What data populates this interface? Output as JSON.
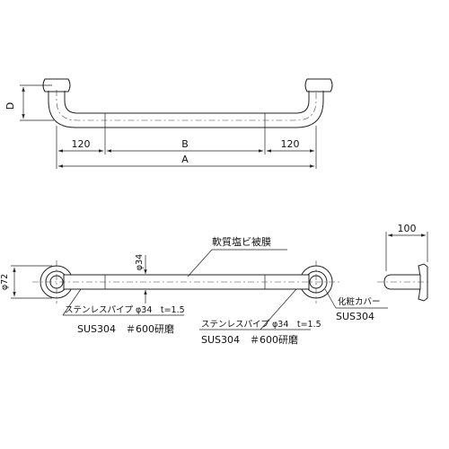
{
  "dimensions": {
    "d": "D",
    "end_left": "120",
    "middle": "B",
    "end_right": "120",
    "total": "A",
    "pipe_dia": "φ34",
    "flange_dia": "φ72",
    "projection": "100"
  },
  "labels": {
    "coating": "軟質塩ビ被膜",
    "pipe_left": "ステンレスパイプ φ34　t=1.5",
    "material_left": "SUS304　＃600研磨",
    "pipe_right": "ステンレスパイプ φ34　t=1.5",
    "material_right": "SUS304　＃600研磨",
    "cover": "化粧カバー",
    "cover_material": "SUS304"
  }
}
